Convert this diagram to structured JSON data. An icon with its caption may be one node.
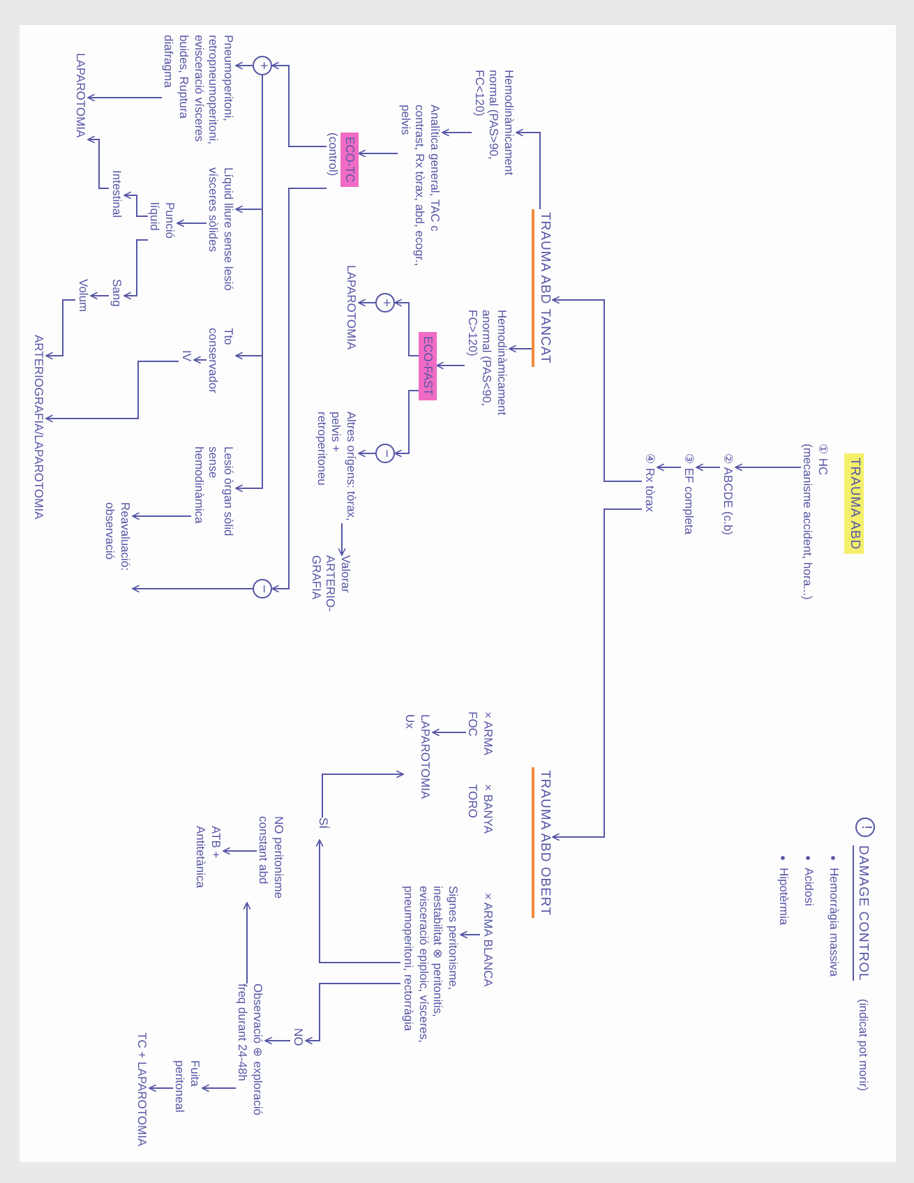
{
  "diagram": {
    "nodes": [
      {
        "text": [
          "TRAUMA ABD"
        ]
      },
      {
        "text": [
          "① HC",
          "(mecanisme accident, hora...)"
        ]
      },
      {
        "text": [
          "② ABCDE (c.b)"
        ]
      },
      {
        "text": [
          "③ EF completa"
        ]
      },
      {
        "text": [
          "④ Rx tòrax"
        ]
      },
      {
        "text": [
          "TRAUMA ABD TANCAT"
        ]
      },
      {
        "text": [
          "TRAUMA ABD OBERT"
        ]
      },
      {
        "text": [
          "× ARMA FOC"
        ]
      },
      {
        "text": [
          "× BANYA TORO"
        ]
      },
      {
        "text": [
          "× ARMA BLANCA"
        ]
      },
      {
        "text": [
          "LAPAROTOMIA Ux"
        ]
      },
      {
        "text": [
          "Signes peritonisme, inestabilitat ⊗ peritonitis, evisceració epiploic, vísceres, pneumoperitoni, rectorràgia"
        ]
      },
      {
        "text": [
          "SÍ"
        ]
      },
      {
        "text": [
          "NO"
        ]
      },
      {
        "text": [
          "Observació ⊕ exploració freq durant 24-48h"
        ]
      },
      {
        "text": [
          "NO peritonisme constant abd"
        ]
      },
      {
        "text": [
          "ATB + Antitetànica"
        ]
      },
      {
        "text": [
          "Fuita peritoneal"
        ]
      },
      {
        "text": [
          "TC + LAPAROTOMIA"
        ]
      },
      {
        "text": [
          "Hemodinàmicament normal (PAS>90, FC<120)"
        ]
      },
      {
        "text": [
          "Hemodinàmicament anormal (PAS<90, FC>120)"
        ]
      },
      {
        "text": [
          "Analítica general, TAC c contrast, Rx tòrax, abd, ecogr., pelvis"
        ]
      },
      {
        "text": [
          "ECO-TC",
          "(control)"
        ]
      },
      {
        "text": [
          "ECO-FAST"
        ]
      },
      {
        "text": [
          "+"
        ]
      },
      {
        "text": [
          "LAPAROTOMIA"
        ]
      },
      {
        "text": [
          "−"
        ]
      },
      {
        "text": [
          "Altres orígens: tòrax, pelvis + retroperitoneu"
        ]
      },
      {
        "text": [
          "Valorar ARTERIO-GRAFIA"
        ]
      },
      {
        "text": [
          "+"
        ]
      },
      {
        "text": [
          "Pneumoperitoni, retropneumoperitoni, evisceració vísceres buides, Ruptura diafragma"
        ]
      },
      {
        "text": [
          "LAPAROTOMIA"
        ]
      },
      {
        "text": [
          "Líquid lliure sense lesió vísceres sòlides"
        ]
      },
      {
        "text": [
          "Punció líquid"
        ]
      },
      {
        "text": [
          "Intestinal"
        ]
      },
      {
        "text": [
          "Sang"
        ]
      },
      {
        "text": [
          "Volum"
        ]
      },
      {
        "text": [
          "Tto conservador"
        ]
      },
      {
        "text": [
          "IV"
        ]
      },
      {
        "text": [
          "Lesió òrgan sòlid sense hemodinàmica"
        ]
      },
      {
        "text": [
          "−"
        ]
      },
      {
        "text": [
          "Reavaluació: observació"
        ]
      },
      {
        "text": [
          "ARTERIOGRAFIA/LAPAROTOMIA"
        ]
      },
      {
        "text": [
          "!"
        ]
      }
    ],
    "edges": [
      {
        "from": 1,
        "to": 2,
        "arrow": "to"
      },
      {
        "from": 2,
        "to": 3,
        "arrow": "to"
      },
      {
        "from": 3,
        "to": 4,
        "arrow": "to"
      },
      {
        "from": 4,
        "to": 5,
        "arrow": "to"
      },
      {
        "from": 4,
        "to": 6,
        "arrow": "to"
      },
      {
        "from": 5,
        "to": 19,
        "arrow": "to"
      },
      {
        "from": 5,
        "to": 20,
        "arrow": "to"
      },
      {
        "from": 19,
        "to": 21,
        "arrow": "to"
      },
      {
        "from": 21,
        "to": 22,
        "arrow": "to"
      },
      {
        "from": 20,
        "to": 23,
        "arrow": "to"
      },
      {
        "from": 23,
        "to": 24,
        "arrow": "to"
      },
      {
        "from": 23,
        "to": 26,
        "arrow": "to"
      },
      {
        "from": 24,
        "to": 25,
        "arrow": "to"
      },
      {
        "from": 26,
        "to": 27,
        "arrow": "to"
      },
      {
        "from": 27,
        "to": 28,
        "arrow": "to"
      },
      {
        "from": 22,
        "to": 29,
        "arrow": "to"
      },
      {
        "from": 22,
        "to": 40,
        "arrow": "to"
      },
      {
        "from": 29,
        "to": 30,
        "arrow": "to"
      },
      {
        "from": 29,
        "to": 32,
        "arrow": "to"
      },
      {
        "from": 29,
        "to": 37,
        "arrow": "to"
      },
      {
        "from": 29,
        "to": 39,
        "arrow": "to"
      },
      {
        "from": 30,
        "to": 31,
        "arrow": "to"
      },
      {
        "from": 32,
        "to": 33,
        "arrow": "to"
      },
      {
        "from": 33,
        "to": 34,
        "arrow": "to"
      },
      {
        "from": 33,
        "to": 35,
        "arrow": "to"
      },
      {
        "from": 34,
        "to": 31,
        "arrow": "to"
      },
      {
        "from": 35,
        "to": 36,
        "arrow": "to"
      },
      {
        "from": 37,
        "to": 38,
        "arrow": "to"
      },
      {
        "from": 36,
        "to": 42,
        "arrow": "to"
      },
      {
        "from": 38,
        "to": 42,
        "arrow": "to"
      },
      {
        "from": 39,
        "to": 41,
        "arrow": "to"
      },
      {
        "from": 40,
        "to": 41,
        "arrow": "to"
      },
      {
        "from": 7,
        "to": 10,
        "arrow": "to"
      },
      {
        "from": 9,
        "to": 11,
        "arrow": "to"
      },
      {
        "from": 11,
        "to": 12,
        "arrow": "to"
      },
      {
        "from": 11,
        "to": 13,
        "arrow": "to"
      },
      {
        "from": 12,
        "to": 10,
        "arrow": "to"
      },
      {
        "from": 13,
        "to": 14,
        "arrow": "to"
      },
      {
        "from": 14,
        "to": 15,
        "arrow": "to"
      },
      {
        "from": 14,
        "to": 17,
        "arrow": "to"
      },
      {
        "from": 15,
        "to": 16,
        "arrow": "to"
      },
      {
        "from": 17,
        "to": 18,
        "arrow": "to"
      }
    ],
    "labels": [
      "DAMAGE CONTROL",
      "(indicat pot morir)",
      "Hemorràgia massiva",
      "Acidosi",
      "Hipotèrmia"
    ]
  }
}
